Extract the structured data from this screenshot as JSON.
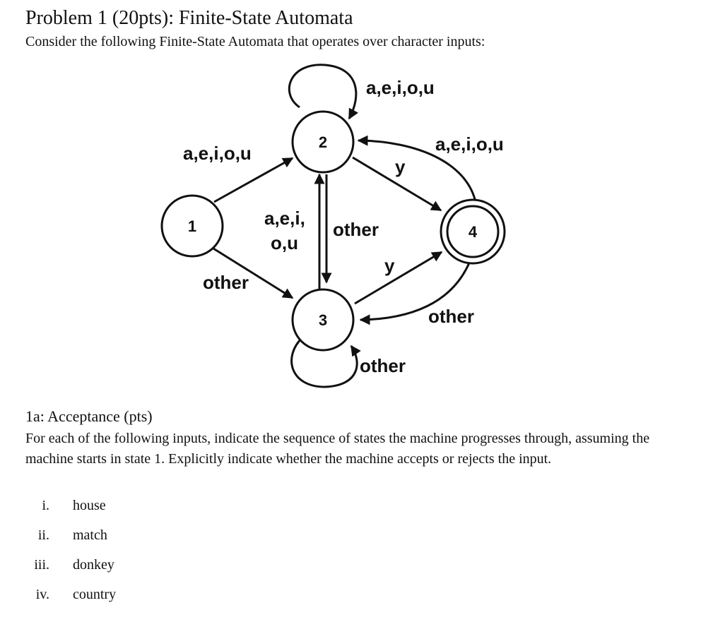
{
  "title": "Problem 1 (20pts): Finite-State Automata",
  "intro": "Consider the following Finite-State Automata that operates over character inputs:",
  "diagram": {
    "states": {
      "s1": "1",
      "s2": "2",
      "s3": "3",
      "s4": "4"
    },
    "labels": {
      "loop2": "a,e,i,o,u",
      "e12": "a,e,i,o,u",
      "e42": "a,e,i,o,u",
      "e24": "y",
      "e32_line1": "a,e,i,",
      "e32_line2": "o,u",
      "e23": "other",
      "e34": "y",
      "e13": "other",
      "e43": "other",
      "loop3": "other"
    }
  },
  "section": {
    "heading": "1a: Acceptance (pts)",
    "text": "For each of the following inputs, indicate the sequence of states the machine progresses through, assuming the machine starts in state 1. Explicitly indicate whether the machine accepts or rejects the input.",
    "items": [
      {
        "num": "i.",
        "word": "house"
      },
      {
        "num": "ii.",
        "word": "match"
      },
      {
        "num": "iii.",
        "word": "donkey"
      },
      {
        "num": "iv.",
        "word": "country"
      }
    ]
  }
}
